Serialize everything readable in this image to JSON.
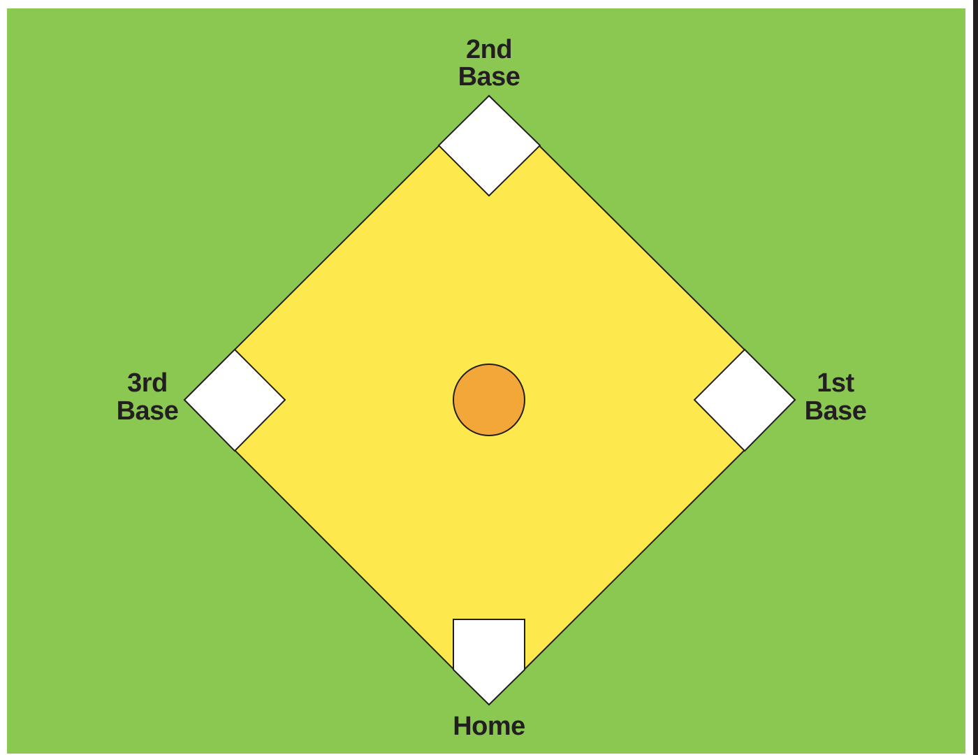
{
  "colors": {
    "grass": "#8bc852",
    "infield": "#fde84e",
    "base": "#ffffff",
    "mound": "#f2a738",
    "outline": "#231f20"
  },
  "labels": {
    "second_line1": "2nd",
    "second_line2": "Base",
    "third_line1": "3rd",
    "third_line2": "Base",
    "first_line1": "1st",
    "first_line2": "Base",
    "home": "Home"
  }
}
